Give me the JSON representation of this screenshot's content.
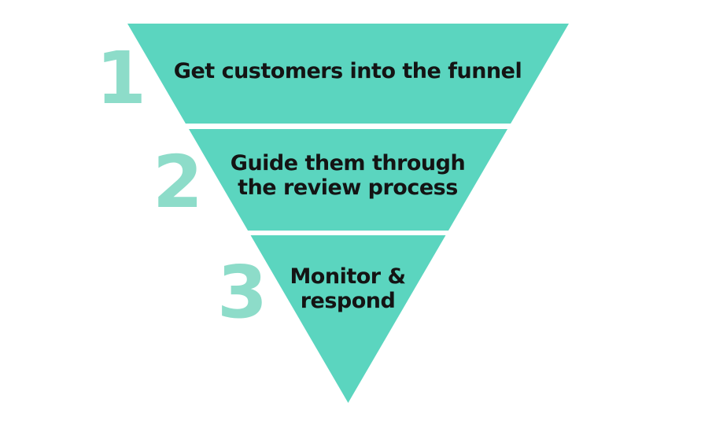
{
  "diagram": {
    "type": "funnel",
    "colors": {
      "segment": "#5bd5bf",
      "number": "#8ddcc9",
      "label": "#141414",
      "background": "#ffffff"
    },
    "steps": [
      {
        "number": "1",
        "line1": "Get customers into the funnel",
        "line2": ""
      },
      {
        "number": "2",
        "line1": "Guide them through",
        "line2": "the review process"
      },
      {
        "number": "3",
        "line1": "Monitor &",
        "line2": "respond"
      }
    ]
  }
}
